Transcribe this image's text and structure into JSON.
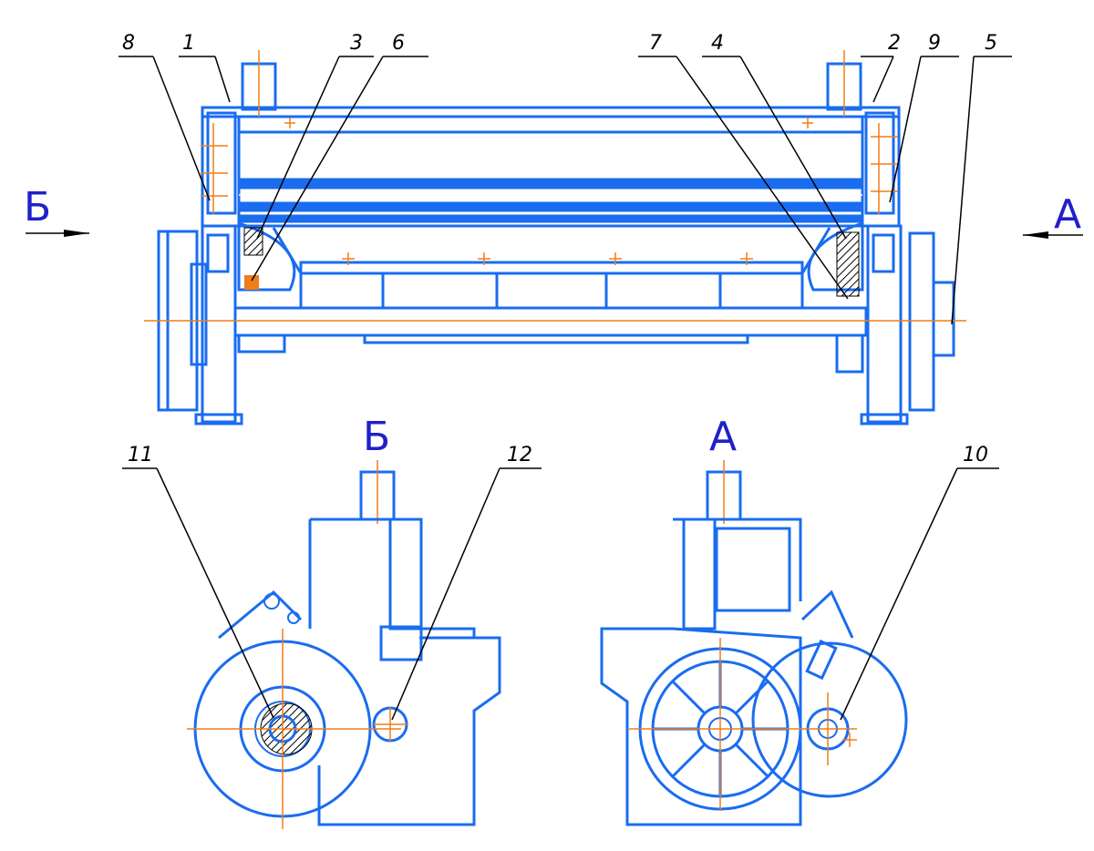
{
  "labels": {
    "n1": "1",
    "n2": "2",
    "n3": "3",
    "n4": "4",
    "n5": "5",
    "n6": "6",
    "n7": "7",
    "n8": "8",
    "n9": "9",
    "n10": "10",
    "n11": "11",
    "n12": "12"
  },
  "views": {
    "left_arrow": "Б",
    "right_arrow": "А",
    "view_b_title": "Б",
    "view_a_title": "А"
  },
  "colors": {
    "outline": "#1a6cf0",
    "centerlines": "#f07d18",
    "leaders": "#000000",
    "view_letters": "#2020c8"
  }
}
